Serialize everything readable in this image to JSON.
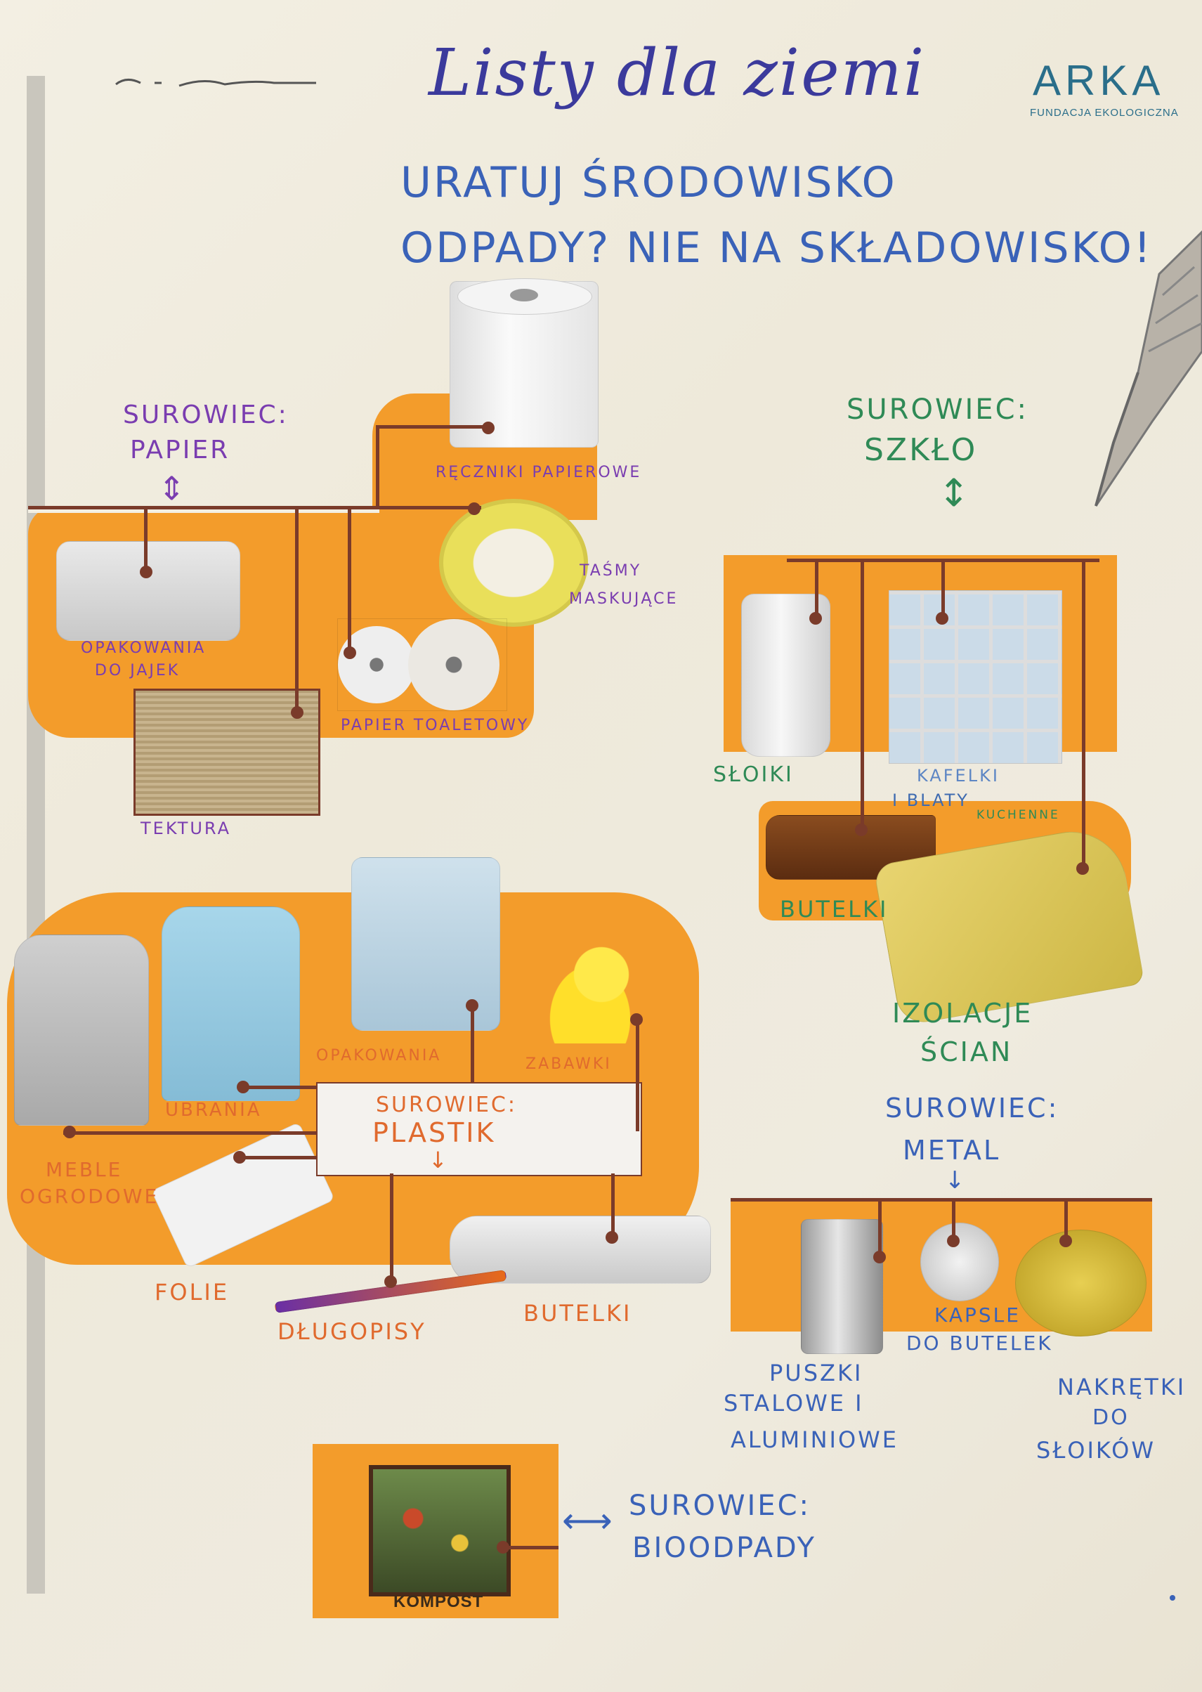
{
  "header": {
    "title": "Listy dla ziemi",
    "brand": "ARKA",
    "brand_sub": "FUNDACJA EKOLOGICZNA",
    "slogan_line1": "URATUJ ŚRODOWISKO",
    "slogan_line2": "ODPADY? NIE NA SKŁADOWISKO!"
  },
  "paper": {
    "heading_line1": "SUROWIEC:",
    "heading_line2": "PAPIER",
    "arrow": "⇕",
    "items": [
      "RĘCZNIKI PAPIEROWE",
      "TAŚMY",
      "MASKUJĄCE",
      "OPAKOWANIA",
      "DO JAJEK",
      "PAPIER TOALETOWY",
      "TEKTURA"
    ]
  },
  "glass": {
    "heading_line1": "SUROWIEC:",
    "heading_line2": "SZKŁO",
    "arrow": "↕",
    "items": [
      "SŁOIKI",
      "KAFELKI",
      "I BLATY",
      "KUCHENNE",
      "BUTELKI",
      "IZOLACJE",
      "ŚCIAN"
    ]
  },
  "plastic": {
    "heading_line1": "SUROWIEC:",
    "heading_line2": "PLASTIK",
    "arrow": "↓",
    "items": [
      "OPAKOWANIA",
      "ZABAWKI",
      "UBRANIA",
      "MEBLE",
      "OGRODOWE",
      "FOLIE",
      "DŁUGOPISY",
      "BUTELKI"
    ]
  },
  "metal": {
    "heading_line1": "SUROWIEC:",
    "heading_line2": "METAL",
    "arrow": "↓",
    "items": [
      "KAPSLE",
      "DO BUTELEK",
      "PUSZKI",
      "STALOWE I",
      "ALUMINIOWE",
      "NAKRĘTKI",
      "DO",
      "SŁOIKÓW"
    ]
  },
  "bio": {
    "heading_line1": "SUROWIEC:",
    "heading_line2": "BIOODPADY",
    "arrow": "⟷",
    "compost_label": "KOMPOST"
  }
}
